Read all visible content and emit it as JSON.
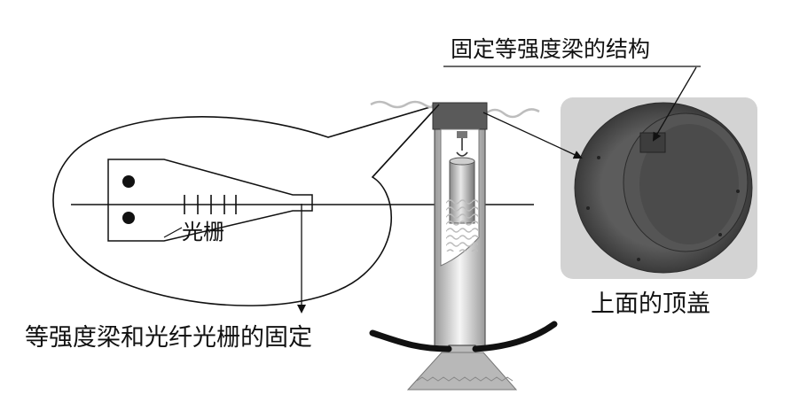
{
  "labels": {
    "top_structure": "固定等强度梁的结构",
    "grating": "光栅",
    "top_cover": "上面的顶盖",
    "bottom_fixing": "等强度梁和光纤光栅的固定"
  }
}
